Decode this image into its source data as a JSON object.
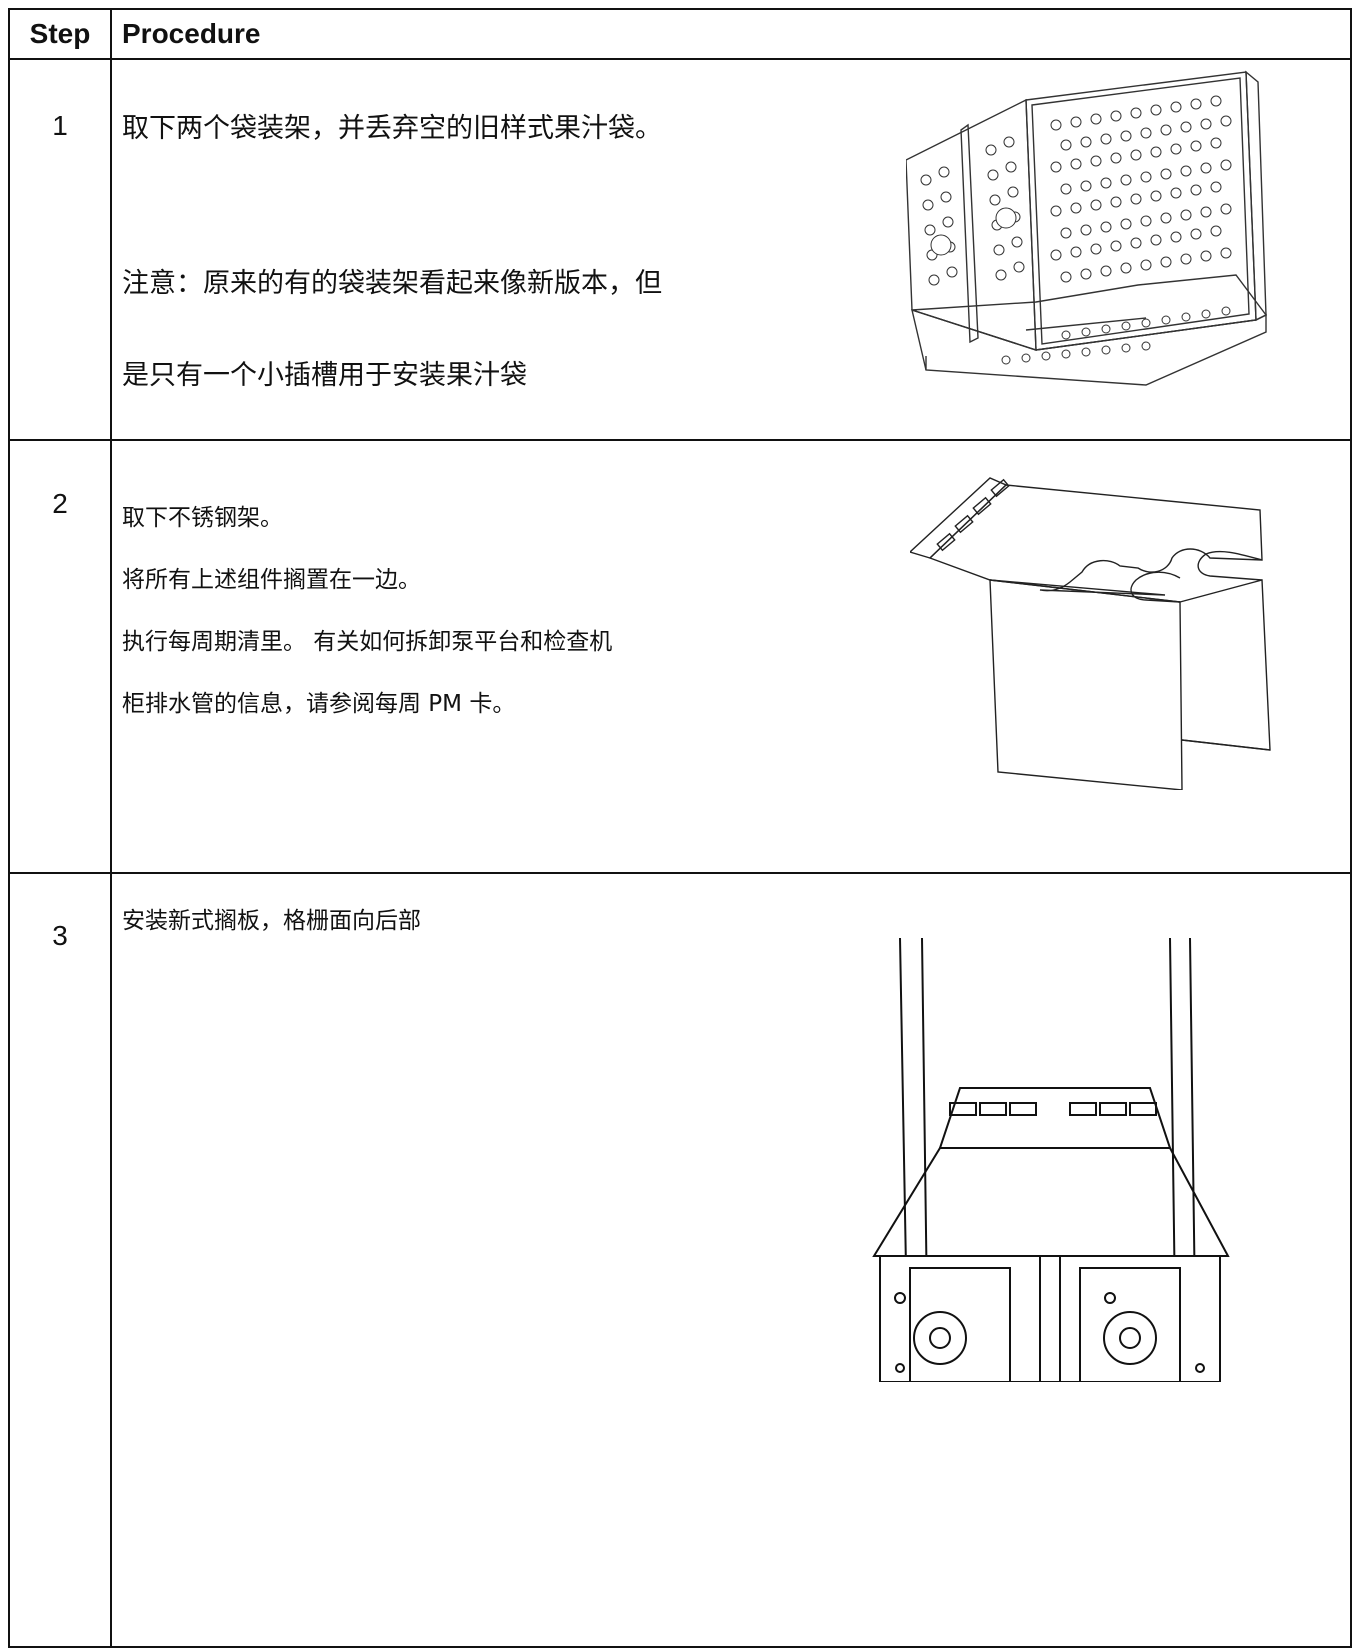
{
  "header": {
    "step": "Step",
    "procedure": "Procedure"
  },
  "steps": [
    {
      "number": "1",
      "lines": [
        "取下两个袋装架，并丢弃空的旧样式果汁袋。"
      ],
      "note": [
        "注意：原来的有的袋装架看起来像新版本，但",
        "是只有一个小插槽用于安装果汁袋"
      ]
    },
    {
      "number": "2",
      "lines": [
        "取下不锈钢架。",
        "将所有上述组件搁置在一边。",
        "执行每周期清里。 有关如何拆卸泵平台和检查机",
        "柜排水管的信息，请参阅每周 PM 卡。"
      ]
    },
    {
      "number": "3",
      "lines": [
        "安装新式搁板，格栅面向后部"
      ]
    }
  ]
}
